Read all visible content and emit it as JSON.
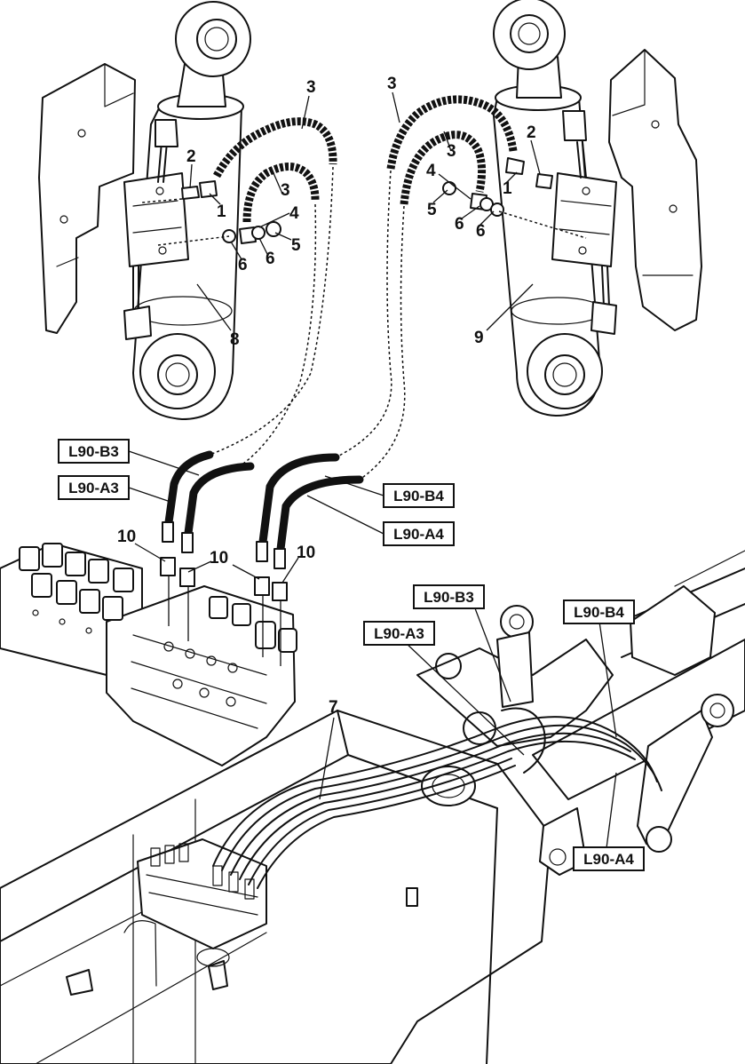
{
  "callouts": {
    "left_cylinder": {
      "hose_top": "3",
      "hose_lower": "3",
      "fitting_2": "2",
      "fitting_1": "1",
      "washer_4": "4",
      "bolt_5": "5",
      "washer_6a": "6",
      "washer_6b": "6",
      "cylinder": "8"
    },
    "right_cylinder": {
      "hose_top": "3",
      "hose_lower": "3",
      "fitting_2": "2",
      "fitting_1": "1",
      "washer_4": "4",
      "bolt_5": "5",
      "washer_6a": "6",
      "washer_6b": "6",
      "cylinder": "9"
    },
    "valve": {
      "adapter_a": "10",
      "adapter_b": "10",
      "adapter_c": "10"
    },
    "frame": {
      "clamp": "7"
    }
  },
  "hose_tags": {
    "upper": [
      "L90-B3",
      "L90-A3",
      "L90-B4",
      "L90-A4"
    ],
    "lower": [
      "L90-B3",
      "L90-B4",
      "L90-A3",
      "L90-A4"
    ]
  }
}
